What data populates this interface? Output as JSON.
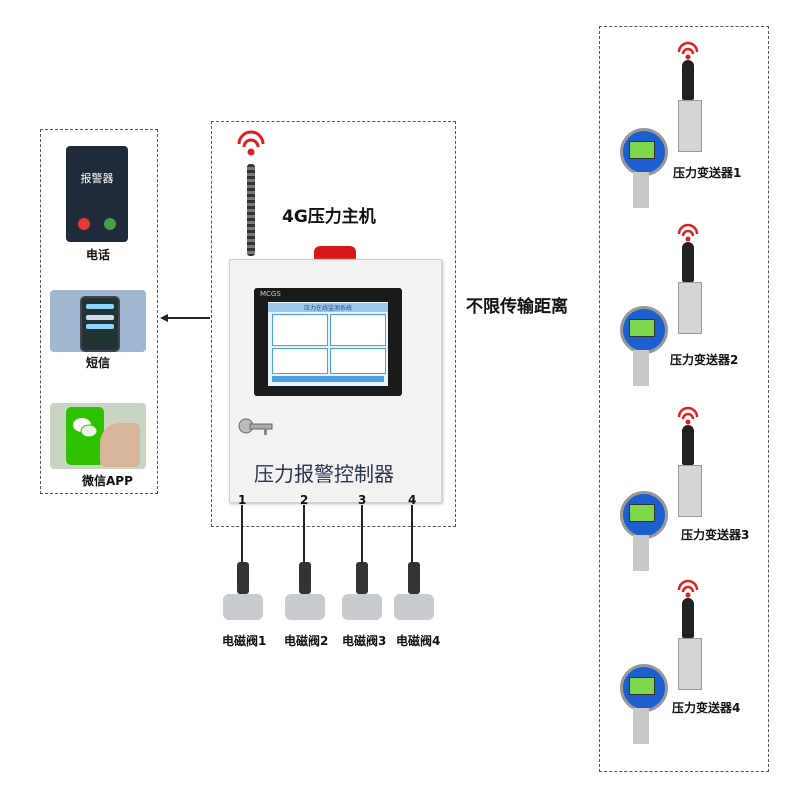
{
  "host": {
    "title": "4G压力主机",
    "panel_text": "压力报警控制器",
    "screen_brand": "MCGS",
    "screen_title": "压力在线监测系统",
    "output_numbers": [
      "1",
      "2",
      "3",
      "4"
    ]
  },
  "notifications": {
    "phone_screen_text": "报警器",
    "items": [
      {
        "label": "电话",
        "icon": "phone-call-icon"
      },
      {
        "label": "短信",
        "icon": "sms-icon"
      },
      {
        "label": "微信APP",
        "icon": "wechat-icon"
      }
    ]
  },
  "transmission_label": "不限传输距离",
  "valves": [
    {
      "label": "电磁阀1"
    },
    {
      "label": "电磁阀2"
    },
    {
      "label": "电磁阀3"
    },
    {
      "label": "电磁阀4"
    }
  ],
  "transmitters": [
    {
      "label": "压力变送器1"
    },
    {
      "label": "压力变送器2"
    },
    {
      "label": "压力变送器3"
    },
    {
      "label": "压力变送器4"
    }
  ],
  "colors": {
    "signal_red": "#e02020",
    "cabinet": "#f2f2f2",
    "screen_blue": "#4aa0e0",
    "transmitter_blue": "#1e5fd0",
    "lcd_green": "#7cd84a",
    "alarm_red": "#d81818",
    "wechat_green": "#2dc100"
  }
}
